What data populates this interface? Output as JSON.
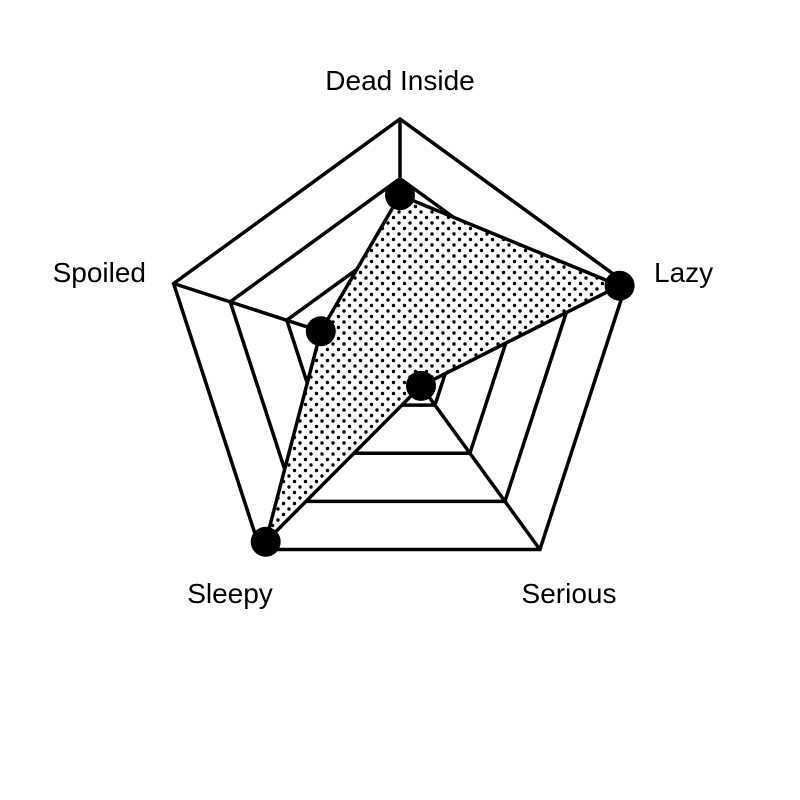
{
  "chart_data": {
    "type": "radar",
    "axes": [
      "Dead Inside",
      "Lazy",
      "Serious",
      "Sleepy",
      "Spoiled"
    ],
    "values": [
      0.68,
      0.97,
      0.15,
      0.96,
      0.35
    ],
    "range": [
      0,
      1
    ],
    "rings": [
      0.25,
      0.5,
      0.75,
      1.0
    ],
    "fill_pattern": "dots",
    "colors": {
      "line": "#000000",
      "fill_background": "#ffffff",
      "dots": "#000000"
    }
  }
}
